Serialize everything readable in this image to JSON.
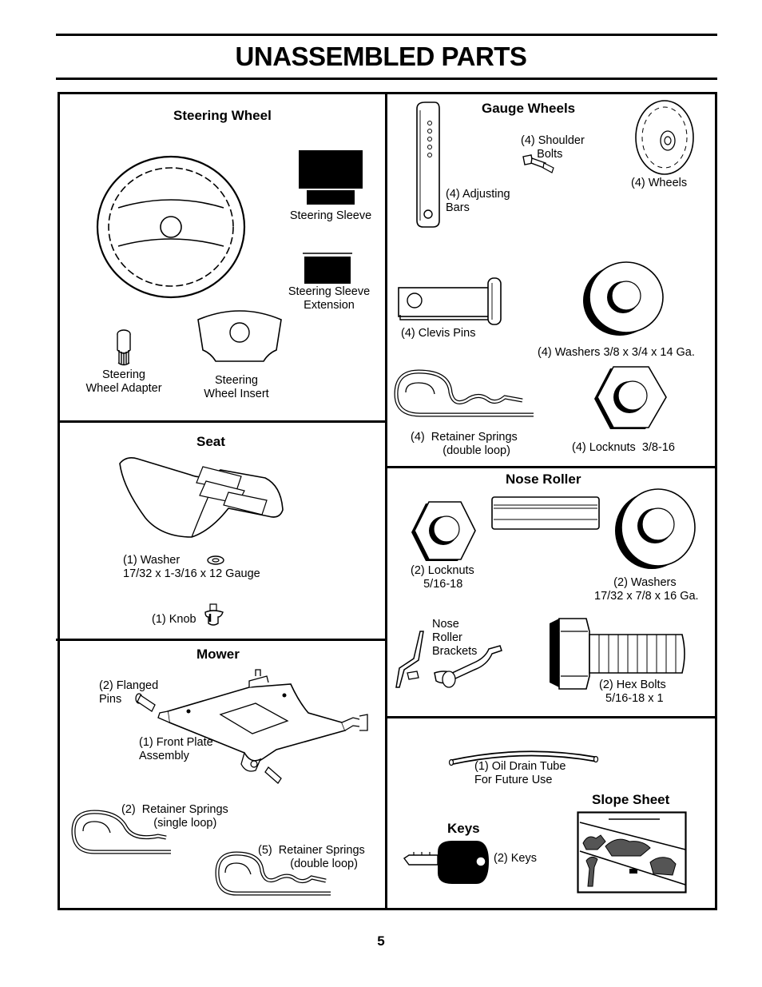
{
  "title": "UNASSEMBLED PARTS",
  "page_number": "5",
  "sections": {
    "steering_wheel": {
      "heading": "Steering Wheel",
      "labels": {
        "sleeve": "Steering Sleeve",
        "sleeve_ext": "Steering Sleeve\nExtension",
        "adapter": "Steering\nWheel Adapter",
        "insert": "Steering\nWheel Insert"
      }
    },
    "gauge_wheels": {
      "heading": "Gauge Wheels",
      "labels": {
        "shoulder_bolts": "(4) Shoulder\n     Bolts",
        "wheels": "(4) Wheels",
        "adjusting_bars": "(4) Adjusting\nBars",
        "clevis_pins": "(4) Clevis Pins",
        "washers": "(4) Washers 3/8 x 3/4 x 14 Ga.",
        "retainer_springs": "(4)  Retainer Springs\n          (double loop)",
        "locknuts": "(4) Locknuts  3/8-16"
      }
    },
    "seat": {
      "heading": "Seat",
      "labels": {
        "washer": "(1) Washer\n17/32 x 1-3/16 x 12 Gauge",
        "knob": "(1) Knob"
      }
    },
    "nose_roller": {
      "heading": "Nose Roller",
      "labels": {
        "locknuts": "(2) Locknuts\n    5/16-18",
        "washers": "      (2) Washers\n17/32 x 7/8 x 16 Ga.",
        "brackets": "Nose\nRoller\nBrackets",
        "hex_bolts": "(2) Hex Bolts\n  5/16-18 x 1"
      }
    },
    "mower": {
      "heading": "Mower",
      "labels": {
        "flanged_pins": "(2) Flanged\nPins",
        "front_plate": "(1) Front Plate\nAssembly",
        "retainer_single": "(2)  Retainer Springs\n          (single loop)",
        "retainer_double": "(5)  Retainer Springs\n          (double loop)"
      }
    },
    "misc": {
      "oil_tube": "(1) Oil Drain Tube\nFor Future Use",
      "slope_heading": "Slope Sheet",
      "keys_heading": "Keys",
      "keys_label": "(2) Keys"
    }
  }
}
